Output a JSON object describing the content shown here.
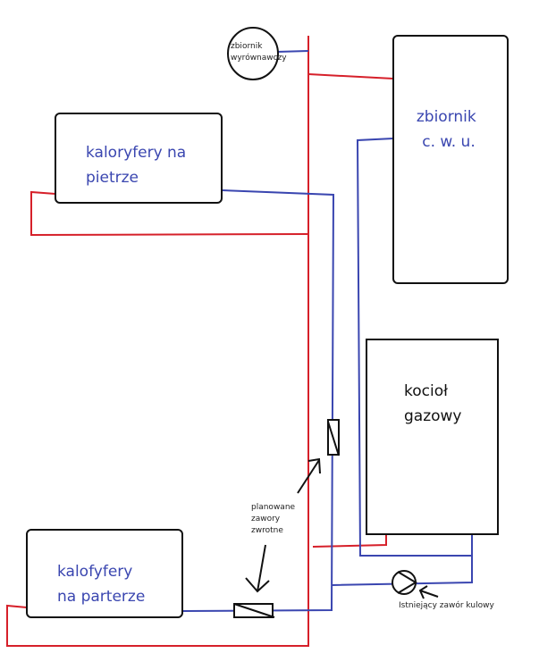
{
  "colors": {
    "supply_pipe": "#d6202a",
    "return_pipe": "#3a46b0",
    "label_blue": "#3a46b0",
    "outline": "#111111"
  },
  "components": {
    "expansion_tank": {
      "line1": "zbiornik",
      "line2": "wyrównawczy"
    },
    "hot_water_tank": {
      "line1": "zbiornik",
      "line2": "c. w. u."
    },
    "upper_radiators": {
      "line1": "kaloryfery na",
      "line2": "pietrze"
    },
    "lower_radiators": {
      "line1": "kalofyfery",
      "line2": "na parterze"
    },
    "boiler": {
      "line1": "kocioł",
      "line2": "gazowy"
    }
  },
  "annotations": {
    "check_valves": {
      "line1": "planowane",
      "line2": "zawory",
      "line3": "zwrotne"
    },
    "pump": "Istniejący zawór kulowy"
  }
}
